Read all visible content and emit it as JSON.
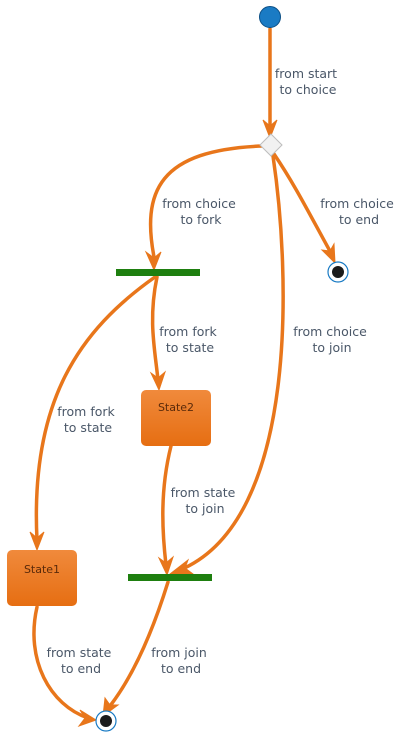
{
  "colors": {
    "edge": "#E8761B",
    "label_text": "#4A5768",
    "initial_fill": "#1A7BC4",
    "initial_stroke": "#0B4F86",
    "fork_bar": "#1E7F0F",
    "state_top": "#F08A3C",
    "state_bottom": "#E66E12",
    "state_text": "#5A2A0A",
    "choice_fill": "#F1F1F1",
    "end_ring": "#1A7BC4",
    "end_dot": "#1B1B1B"
  },
  "states": {
    "state1": "State1",
    "state2": "State2"
  },
  "edges": {
    "start_to_choice": [
      "from start",
      "to choice"
    ],
    "choice_to_fork": [
      "from choice",
      "to fork"
    ],
    "choice_to_end": [
      "from choice",
      "to end"
    ],
    "fork_to_state2": [
      "from fork",
      "to state"
    ],
    "fork_to_state1": [
      "from fork",
      "to state"
    ],
    "choice_to_join": [
      "from choice",
      "to join"
    ],
    "state2_to_join": [
      "from state",
      "to join"
    ],
    "state1_to_end": [
      "from state",
      "to end"
    ],
    "join_to_end": [
      "from join",
      "to end"
    ]
  }
}
